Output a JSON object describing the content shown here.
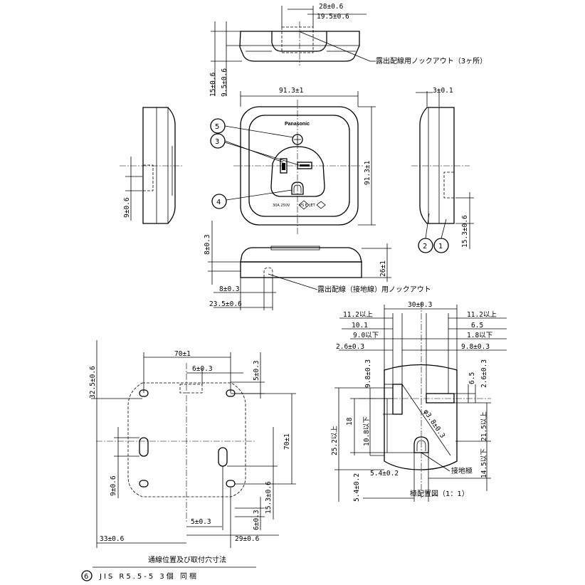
{
  "dims": {
    "top_28": "28±0.6",
    "top_195": "19.5±0.6",
    "top_15": "15±0.6",
    "top_95": "9.5±0.6",
    "front_913w": "91.3±1",
    "front_913h": "91.3±1",
    "right_3": "3±0.1",
    "left_9": "9±0.6",
    "right_153": "15.3±0.6",
    "bottom_8": "8±0.3",
    "bottom_26": "26±1",
    "bottom_8b": "8±0.3",
    "bottom_235": "23.5±0.6",
    "mount_70w": "70±1",
    "mount_6": "6±0.3",
    "mount_5": "5±0.3",
    "mount_325": "32.5±0.6",
    "mount_70h": "70±1",
    "mount_9": "9±0.6",
    "mount_153": "15.3±0.6",
    "mount_5b": "5±0.3",
    "mount_6b": "6±0.3",
    "mount_33": "33±0.6",
    "mount_29": "29±0.6",
    "pole_30": "30±0.3",
    "pole_112a": "11.2以上",
    "pole_112b": "11.2以上",
    "pole_101": "10.1",
    "pole_65a": "6.5",
    "pole_90": "9.0以下",
    "pole_18": "1.8以下",
    "pole_26": "2.6±0.3",
    "pole_98": "9.8±0.3",
    "pole_98v": "9.8±0.3",
    "pole_65v": "6.5",
    "pole_26v": "2.6±0.3",
    "pole_252": "25.2以上",
    "pole_18v": "18",
    "pole_108": "10.8以下",
    "pole_215": "21.5以上",
    "pole_diam": "φ3.8±0.3",
    "pole_145": "14.5以下",
    "pole_54": "5.4±0.2",
    "pole_54v": "5.4±0.2"
  },
  "callouts": {
    "knockout_top": "露出配線用ノックアウト（3ヶ所）",
    "knockout_ground": "露出配線（接地線）用ノックアウト",
    "ground_pole": "接地極",
    "pole_layout": "極配置図（1：1）",
    "mount_title": "通線位置及び取付穴寸法"
  },
  "balloons": [
    "5",
    "3",
    "4",
    "2",
    "1",
    "6"
  ],
  "device": {
    "brand": "Panasonic",
    "rating": "30A 250V",
    "pse": "PS E",
    "jet": "JET"
  },
  "footer": {
    "number": "6",
    "text": "JIS R5.5-5 3個 同梱"
  }
}
